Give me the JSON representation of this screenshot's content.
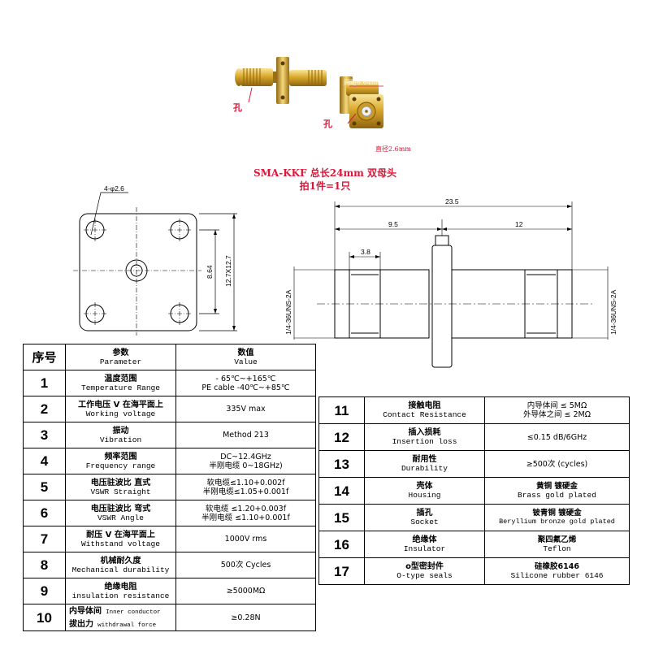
{
  "photo": {
    "title": "SMA-KKF 总长24mm 双母头",
    "subtitle": "拍1件=1只",
    "hole_label_1": "孔",
    "hole_label_2": "孔",
    "spacing_note": "间距8.64mm",
    "diameter_note": "直径2.6mm"
  },
  "front_view": {
    "hole_callout": "4-φ2.6",
    "dim_inner": "8.64",
    "dim_outer": "12.7X12.7"
  },
  "side_view": {
    "dim_total": "23.5",
    "dim_left": "9.5",
    "dim_right": "12",
    "dim_thread": "3.8",
    "thread_left": "1/4-36UNS-2A",
    "thread_right": "1/4-36UNS-2A"
  },
  "table_left": {
    "header": {
      "no": "序号",
      "param_cn": "参数",
      "param_en": "Parameter",
      "value_cn": "数值",
      "value_en": "Value"
    },
    "rows": [
      {
        "no": "1",
        "cn": "温度范围",
        "en": "Temperature Range",
        "v1": "- 65℃~+165℃",
        "v2": "PE cable -40℃~+85℃"
      },
      {
        "no": "2",
        "cn": "工作电压 V 在海平面上",
        "en": "Working voltage",
        "v1": "335V max",
        "v2": ""
      },
      {
        "no": "3",
        "cn": "振动",
        "en": "Vibration",
        "v1": "Method 213",
        "v2": ""
      },
      {
        "no": "4",
        "cn": "频率范围",
        "en": "Frequency range",
        "v1": "DC~12.4GHz",
        "v2": "半刚电缆 0~18GHz)"
      },
      {
        "no": "5",
        "cn": "电压驻波比 直式",
        "en": "VSWR Straight",
        "v1": "软电缆≤1.10+0.002f",
        "v2": "半刚电缆≤1.05+0.001f"
      },
      {
        "no": "6",
        "cn": "电压驻波比 弯式",
        "en": "VSWR Angle",
        "v1": "软电缆 ≤1.20+0.003f",
        "v2": "半刚电缆 ≤1.10+0.001f"
      },
      {
        "no": "7",
        "cn": "耐压 V 在海平面上",
        "en": "Withstand voltage",
        "v1": "1000V rms",
        "v2": ""
      },
      {
        "no": "8",
        "cn": "机械耐久度",
        "en": "Mechanical durability",
        "v1": "500次 Cycles",
        "v2": ""
      },
      {
        "no": "9",
        "cn": "绝缘电阻",
        "en": "insulation resistance",
        "v1": "≥5000MΩ",
        "v2": ""
      },
      {
        "no": "10",
        "cn": "内导体间",
        "en": "Inner conductor",
        "cn2": "拔出力",
        "en2": "withdrawal force",
        "v1": "≥0.28N",
        "v2": ""
      }
    ]
  },
  "table_right": {
    "rows": [
      {
        "no": "11",
        "cn": "接触电阻",
        "en": "Contact Resistance",
        "v1": "内导体间 ≤ 5MΩ",
        "v2": "外导体之间 ≤ 2MΩ"
      },
      {
        "no": "12",
        "cn": "插入损耗",
        "en": "Insertion loss",
        "v1": "≤0.15 dB/6GHz",
        "v2": ""
      },
      {
        "no": "13",
        "cn": "耐用性",
        "en": "Durability",
        "v1": "≥500次 (cycles)",
        "v2": ""
      },
      {
        "no": "14",
        "cn": "壳体",
        "en": "Housing",
        "v1": "黄铜 镀硬金",
        "v2": "Brass gold plated"
      },
      {
        "no": "15",
        "cn": "插孔",
        "en": "Socket",
        "v1": "铍青铜 镀硬金",
        "v2": "Beryllium bronze gold plated"
      },
      {
        "no": "16",
        "cn": "绝缘体",
        "en": "Insulator",
        "v1": "聚四氟乙烯",
        "v2": "Teflon"
      },
      {
        "no": "17",
        "cn": "o型密封件",
        "en": "O-type seals",
        "v1": "硅橡胶6146",
        "v2": "Silicone rubber 6146"
      }
    ]
  },
  "colors": {
    "annotation": "#d8193a",
    "gold": "#d9a92c",
    "gold_dark": "#9a6f12"
  }
}
